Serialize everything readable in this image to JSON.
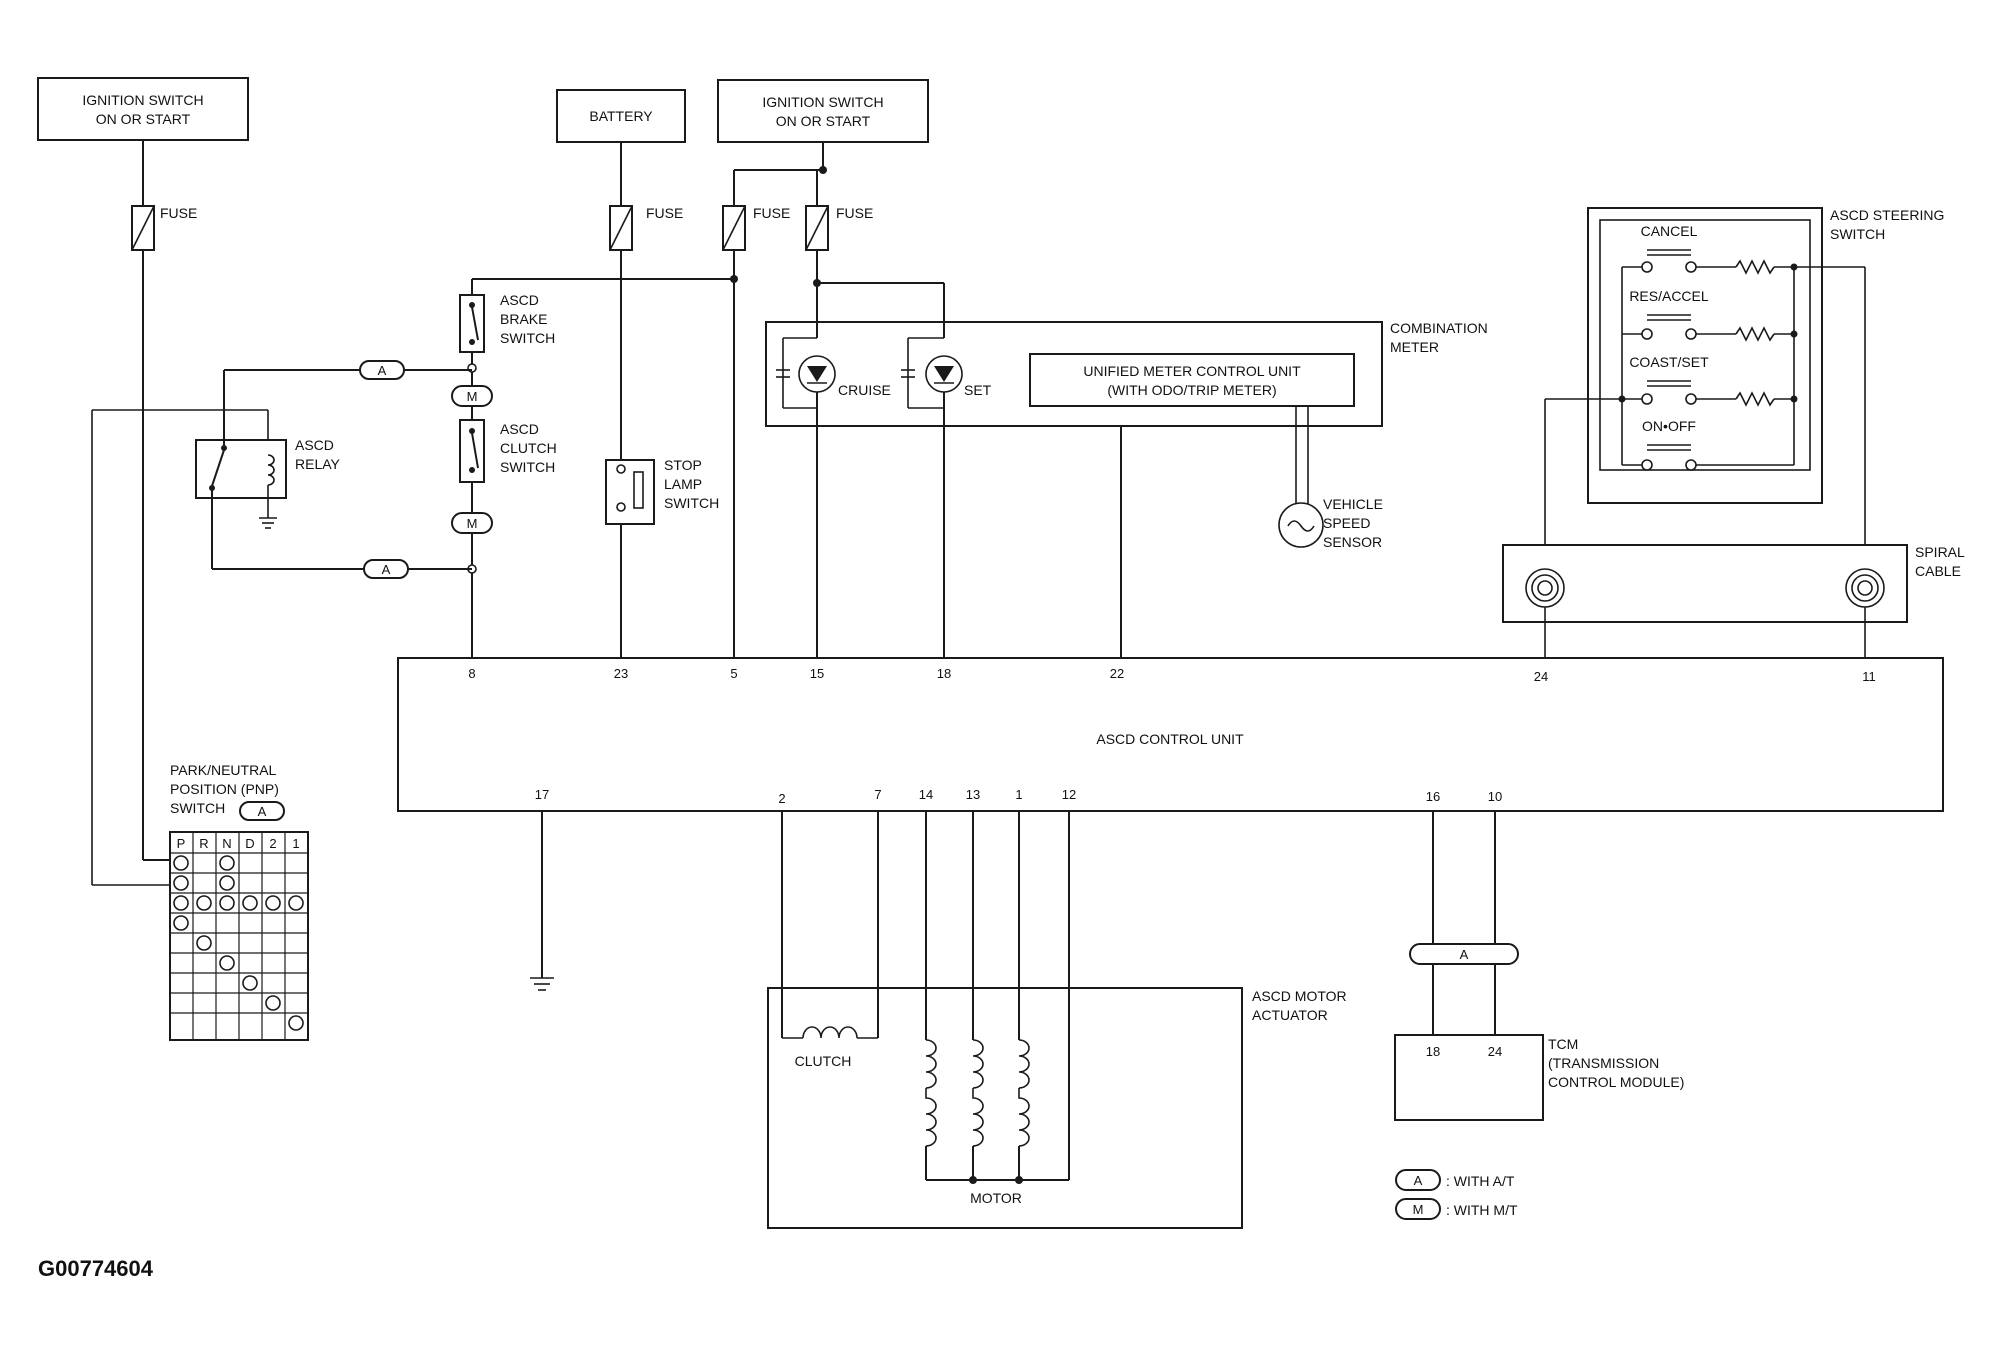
{
  "sources": {
    "ign1": [
      "IGNITION SWITCH",
      "ON OR START"
    ],
    "battery": "BATTERY",
    "ign2": [
      "IGNITION SWITCH",
      "ON OR START"
    ]
  },
  "fuse_label": "FUSE",
  "components": {
    "brake_switch": [
      "ASCD",
      "BRAKE",
      "SWITCH"
    ],
    "clutch_switch": [
      "ASCD",
      "CLUTCH",
      "SWITCH"
    ],
    "relay": [
      "ASCD",
      "RELAY"
    ],
    "stop_lamp": [
      "STOP",
      "LAMP",
      "SWITCH"
    ],
    "combination_meter": [
      "COMBINATION",
      "METER"
    ],
    "cruise": "CRUISE",
    "set": "SET",
    "unified_meter": [
      "UNIFIED METER CONTROL UNIT",
      "(WITH ODO/TRIP METER)"
    ],
    "vehicle_speed_sensor": [
      "VEHICLE",
      "SPEED",
      "SENSOR"
    ],
    "steering_switch": [
      "ASCD STEERING",
      "SWITCH"
    ],
    "steering_buttons": [
      "CANCEL",
      "RES/ACCEL",
      "COAST/SET",
      "ON•OFF"
    ],
    "spiral_cable": [
      "SPIRAL",
      "CABLE"
    ],
    "control_unit": "ASCD CONTROL UNIT",
    "pnp_switch": [
      "PARK/NEUTRAL",
      "POSITION (PNP)",
      "SWITCH"
    ],
    "pnp_positions": [
      "P",
      "R",
      "N",
      "D",
      "2",
      "1"
    ],
    "motor_actuator": [
      "ASCD MOTOR",
      "ACTUATOR"
    ],
    "clutch": "CLUTCH",
    "motor": "MOTOR",
    "tcm": [
      "TCM",
      "(TRANSMISSION",
      "CONTROL MODULE)"
    ]
  },
  "pins_top": [
    "8",
    "23",
    "5",
    "15",
    "18",
    "22",
    "24",
    "11"
  ],
  "pins_bottom": [
    "17",
    "2",
    "7",
    "14",
    "13",
    "1",
    "12",
    "16",
    "10"
  ],
  "tcm_pins": [
    "18",
    "24"
  ],
  "connector_tags": {
    "a": "A",
    "m": "M"
  },
  "legend": [
    {
      "tag": "A",
      "text": ": WITH A/T"
    },
    {
      "tag": "M",
      "text": ": WITH M/T"
    }
  ],
  "figure_code": "G00774604"
}
